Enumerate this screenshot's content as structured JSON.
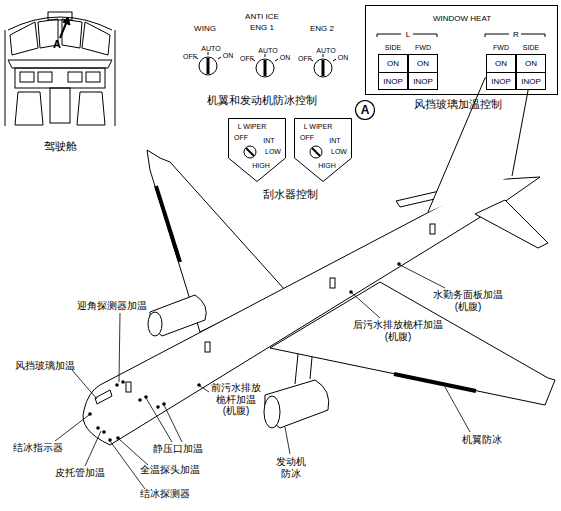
{
  "diagram": {
    "nodes": [
      {
        "text": [
          "WINDOW HEAT",
          "L",
          "R",
          "SIDE",
          "FWD",
          "FWD",
          "SIDE"
        ]
      },
      {
        "text": [
          "ON",
          "INOP"
        ],
        "in": 0
      },
      {
        "text": [
          "ON",
          "INOP"
        ],
        "in": 0
      },
      {
        "text": [
          "ON",
          "INOP"
        ],
        "in": 0
      },
      {
        "text": [
          "ON",
          "INOP"
        ],
        "in": 0
      },
      {
        "text": [
          "A"
        ]
      },
      {
        "text": [
          "L WIPER",
          "OFF",
          "INT",
          "LOW",
          "HIGH"
        ]
      },
      {
        "text": [
          "L WIPER",
          "OFF",
          "INT",
          "LOW",
          "HIGH"
        ]
      }
    ],
    "labels": [
      "A",
      "驾驶舱",
      "ANTI ICE",
      "WING",
      "ENG 1",
      "ENG 2",
      "OFF",
      "AUTO",
      "ON",
      "OFF",
      "AUTO",
      "ON",
      "OFF",
      "AUTO",
      "ON",
      "机翼和发动机防冰控制",
      "风挡玻璃加温控制",
      "刮水器控制",
      "水勤务面板加温 (机腹)",
      "后污水排放桅杆加温 (机腹)",
      "迎角探测器加温",
      "风挡玻璃加温",
      "前污水排放 桅杆加温 (机腹)",
      "静压口加温",
      "发动机 防冰",
      "机翼防冰",
      "结冰指示器",
      "皮托管加温",
      "全温探头加温",
      "结冰探测器"
    ]
  }
}
